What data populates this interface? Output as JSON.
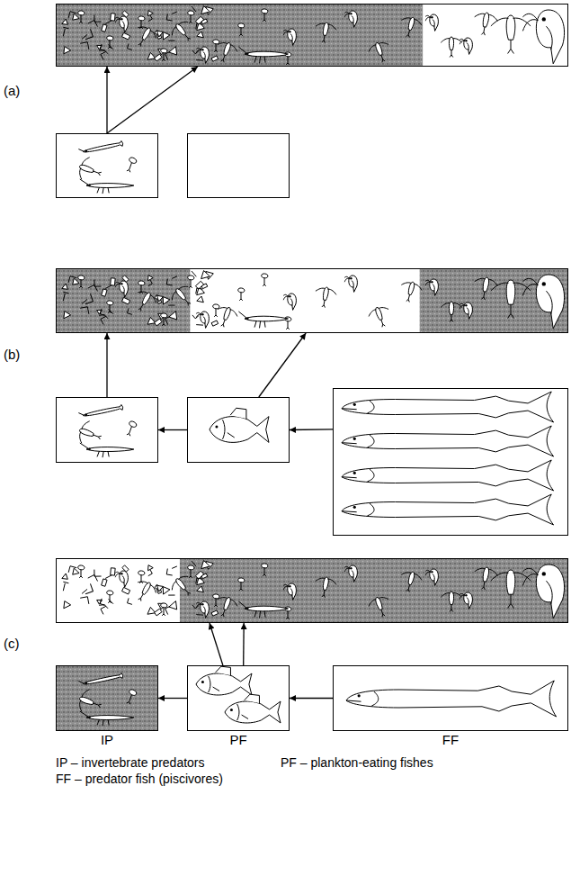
{
  "diagram": {
    "nodes": [
      {
        "text": []
      },
      {
        "text": []
      },
      {
        "text": []
      },
      {
        "text": []
      },
      {
        "text": []
      },
      {
        "text": []
      },
      {
        "text": []
      },
      {
        "text": []
      },
      {
        "text": [
          "IP"
        ]
      },
      {
        "text": [
          "PF"
        ]
      },
      {
        "text": [
          "FF"
        ]
      }
    ],
    "edges": [
      {
        "from": 1,
        "to": 0,
        "arrow": "to"
      },
      {
        "from": 1,
        "to": 0,
        "arrow": "to"
      },
      {
        "from": 4,
        "to": 3,
        "arrow": "to"
      },
      {
        "from": 5,
        "to": 3,
        "arrow": "to"
      },
      {
        "from": 5,
        "to": 4,
        "arrow": "to"
      },
      {
        "from": 6,
        "to": 5,
        "arrow": "to"
      },
      {
        "from": 9,
        "to": 7,
        "arrow": "to"
      },
      {
        "from": 9,
        "to": 7,
        "arrow": "to"
      },
      {
        "from": 9,
        "to": 8,
        "arrow": "to"
      },
      {
        "from": 10,
        "to": 9,
        "arrow": "to"
      }
    ],
    "labels": [
      "(a)",
      "(b)",
      "(c)",
      "IP – invertebrate predators",
      "PF – plankton-eating fishes",
      "FF – predator fish (piscivores)"
    ]
  }
}
